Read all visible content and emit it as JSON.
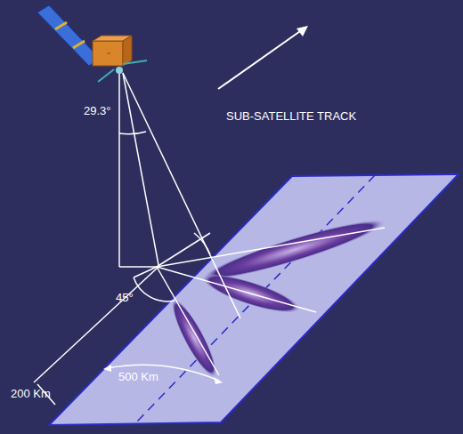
{
  "diagram": {
    "labels": [
      "29.3°",
      "SUB-SATELLITE TRACK",
      "45°",
      "200 Km",
      "500 Km"
    ]
  }
}
